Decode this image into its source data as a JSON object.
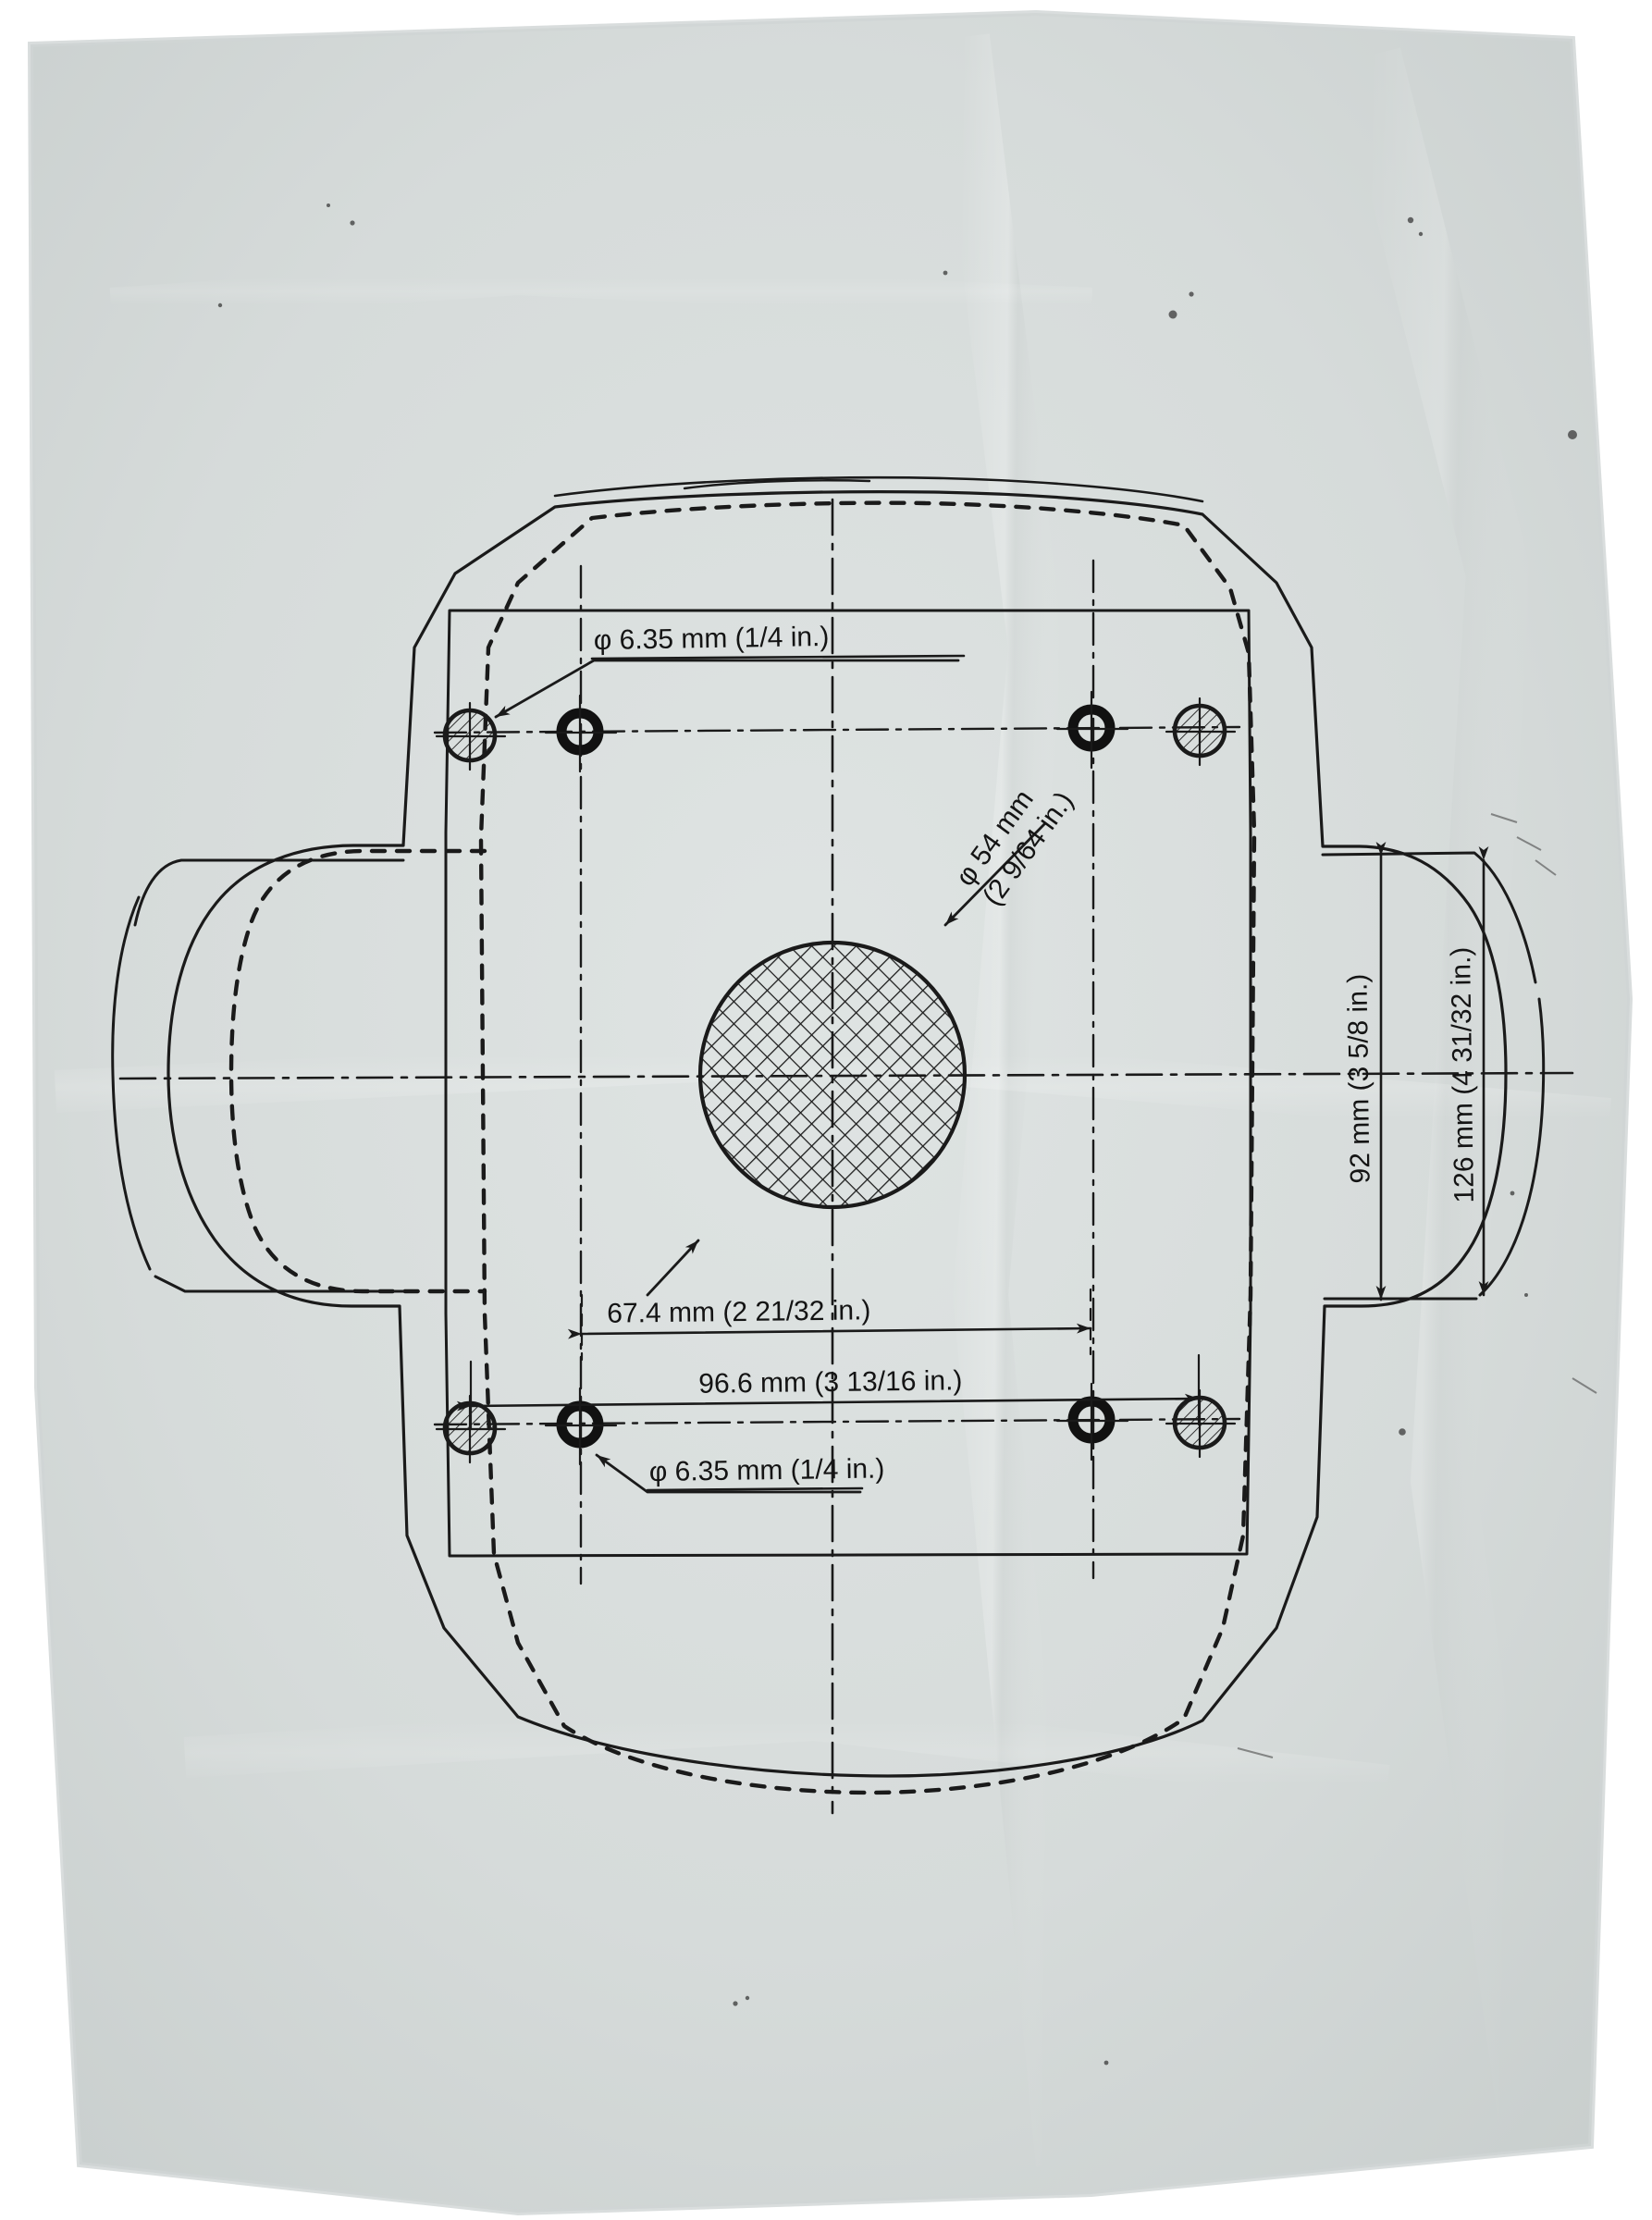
{
  "document": {
    "kind": "mounting-template-drawing",
    "medium": "photographed paper sheet",
    "background_color": "#d7dcdb",
    "ink_color": "#1a1a1a",
    "page_color": "#ffffff"
  },
  "annotations": {
    "hole_top_label": "φ 6.35 mm (1/4 in.)",
    "hole_bottom_label": "φ 6.35 mm (1/4 in.)",
    "circle_label_line1": "φ 54 mm",
    "circle_label_line2": "(2 9/64 in.)"
  },
  "dimensions": {
    "horizontal": [
      {
        "name": "inner-width",
        "label": "67.4 mm (2 21/32 in.)",
        "value_mm": 67.4,
        "value_in": "2 21/32"
      },
      {
        "name": "outer-width",
        "label": "96.6 mm (3 13/16 in.)",
        "value_mm": 96.6,
        "value_in": "3 13/16"
      }
    ],
    "vertical": [
      {
        "name": "inner-height",
        "label": "92 mm (3 5/8 in.)",
        "value_mm": 92,
        "value_in": "3 5/8"
      },
      {
        "name": "outer-height",
        "label": "126 mm (4 31/32 in.)",
        "value_mm": 126,
        "value_in": "4 31/32"
      }
    ]
  },
  "features": {
    "center_circle": {
      "name": "hatched-bore",
      "diameter_mm": 54,
      "diameter_in": "2 9/64",
      "fill": "crosshatch"
    },
    "holes": [
      {
        "name": "hole-top-left-outer",
        "style": "hatched-circle",
        "diameter_mm": 6.35
      },
      {
        "name": "hole-top-left-inner",
        "style": "ring",
        "diameter_mm": 6.35
      },
      {
        "name": "hole-top-right-inner",
        "style": "ring",
        "diameter_mm": 6.35
      },
      {
        "name": "hole-top-right-outer",
        "style": "hatched-circle",
        "diameter_mm": 6.35
      },
      {
        "name": "hole-bottom-left-outer",
        "style": "hatched-circle",
        "diameter_mm": 6.35
      },
      {
        "name": "hole-bottom-left-inner",
        "style": "ring",
        "diameter_mm": 6.35
      },
      {
        "name": "hole-bottom-right-inner",
        "style": "ring",
        "diameter_mm": 6.35
      },
      {
        "name": "hole-bottom-right-outer",
        "style": "hatched-circle",
        "diameter_mm": 6.35
      }
    ]
  }
}
